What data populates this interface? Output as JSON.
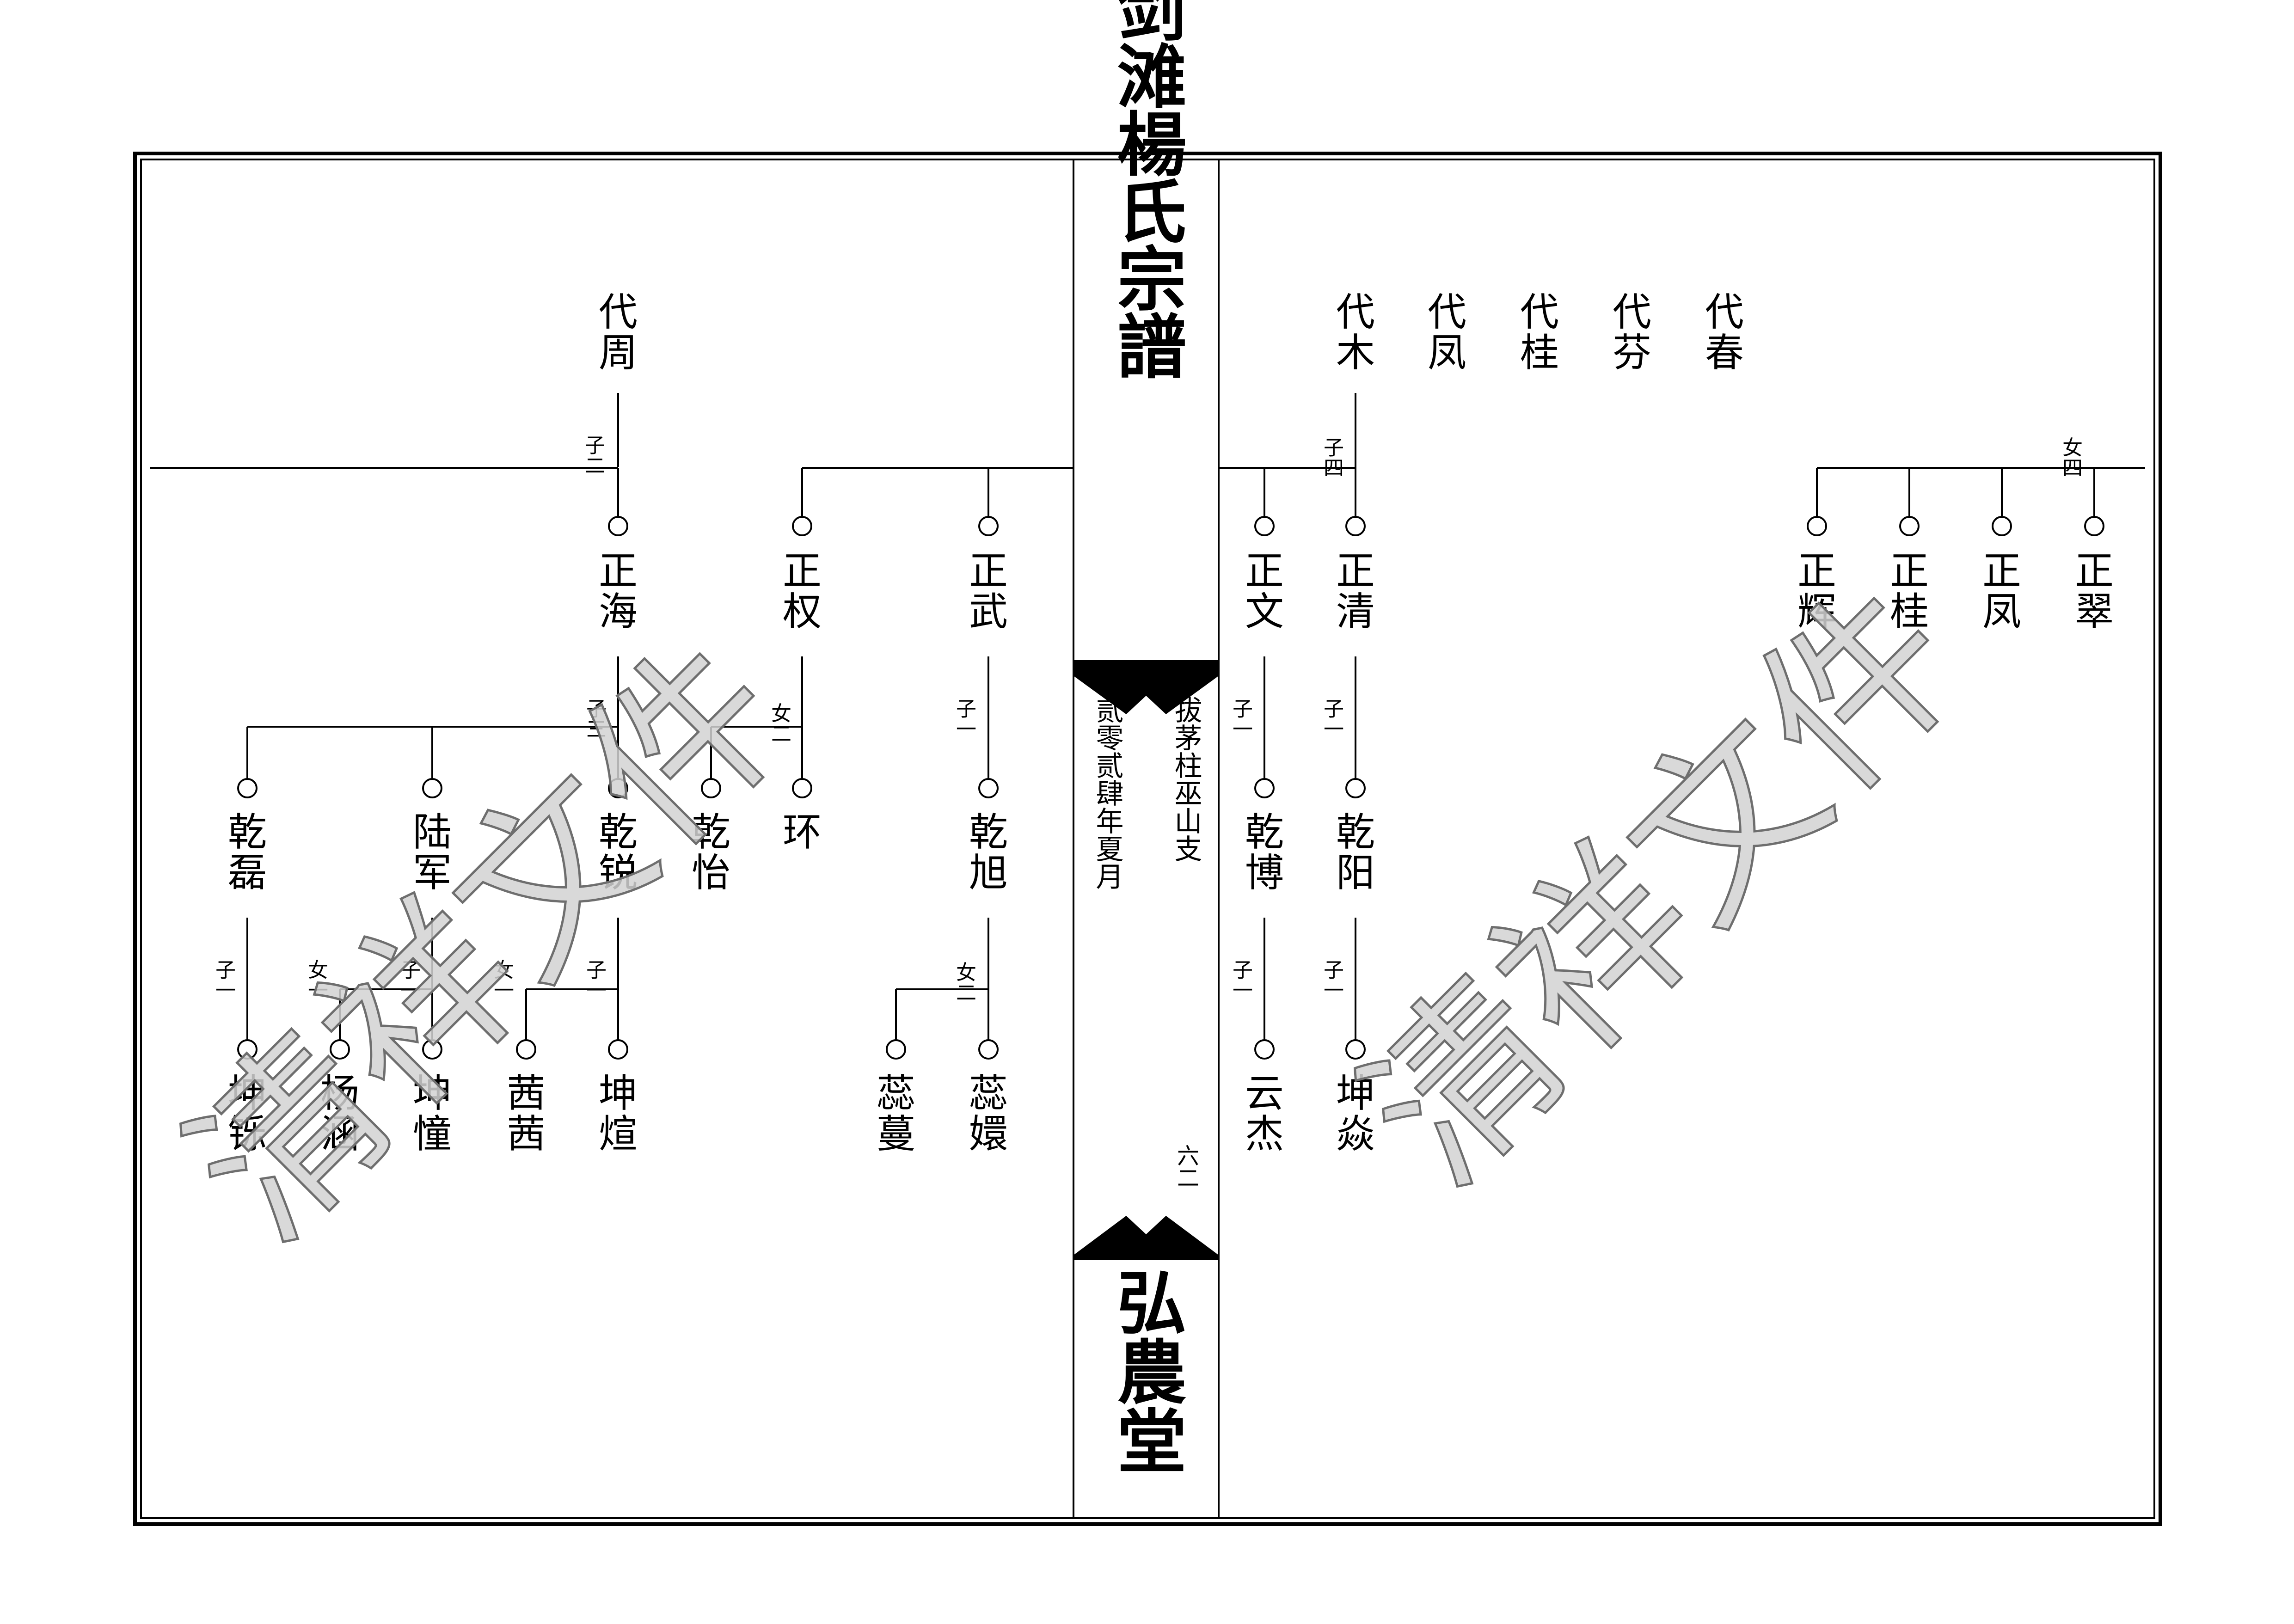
{
  "book": {
    "title": "剑滩楊氏宗譜",
    "hall": "弘農堂",
    "branch": "拔茅柱巫山支",
    "date": "贰零贰肆年夏月",
    "page_number": "六二"
  },
  "watermark": {
    "text": "清祥文件"
  },
  "left": {
    "gen1": {
      "name": "代周",
      "sons": "子二"
    },
    "gen2": [
      {
        "name": "正海",
        "count": "子三"
      },
      {
        "name": "正权",
        "count": "女二"
      },
      {
        "name": "正武",
        "count": "子一"
      }
    ],
    "gen3": [
      {
        "name": "乾磊",
        "count": "子一"
      },
      {
        "name": "陆军",
        "count": "子一"
      },
      {
        "name": "乾锐",
        "count": "子一"
      },
      {
        "name": "乾怡"
      },
      {
        "name": "环"
      },
      {
        "name": "乾旭",
        "count": "女二"
      }
    ],
    "gen3_extra_counts": [
      "女一",
      "女一"
    ],
    "gen4": [
      {
        "name": "坤铄"
      },
      {
        "name": "杨涵"
      },
      {
        "name": "坤憧"
      },
      {
        "name": "茜茜"
      },
      {
        "name": "坤煊"
      },
      {
        "name": "蕊蔓"
      },
      {
        "name": "蕊嬛"
      }
    ]
  },
  "right": {
    "gen1": [
      {
        "name": "代木"
      },
      {
        "name": "代凤"
      },
      {
        "name": "代桂"
      },
      {
        "name": "代芬"
      },
      {
        "name": "代春"
      }
    ],
    "gen1_sons": "子四",
    "gen1_daughters": "女四",
    "gen2": [
      {
        "name": "正文",
        "count": "子一"
      },
      {
        "name": "正清",
        "count": "子一"
      },
      {
        "name": "正辉"
      },
      {
        "name": "正桂"
      },
      {
        "name": "正凤"
      },
      {
        "name": "正翠"
      }
    ],
    "gen3": [
      {
        "name": "乾博",
        "count": "子一"
      },
      {
        "name": "乾阳",
        "count": "子一"
      }
    ],
    "gen4": [
      {
        "name": "云杰"
      },
      {
        "name": "坤焱"
      }
    ]
  }
}
